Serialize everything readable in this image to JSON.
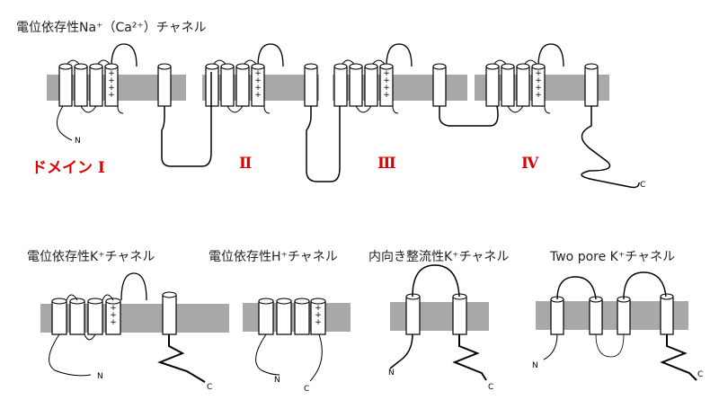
{
  "titles": {
    "nav": "電位依存性Na⁺（Ca²⁺）チャネル",
    "kv": "電位依存性K⁺チャネル",
    "hv": "電位依存性H⁺チャネル",
    "kir": "内向き整流性K⁺チャネル",
    "k2p": "Two pore K⁺チャネル"
  },
  "domains": [
    "ドメイン Ⅰ",
    "Ⅱ",
    "Ⅲ",
    "Ⅳ"
  ],
  "termini": {
    "n": "N",
    "c": "C"
  },
  "colors": {
    "membrane": "#a9a9a9",
    "domain_label": "#e00000"
  }
}
